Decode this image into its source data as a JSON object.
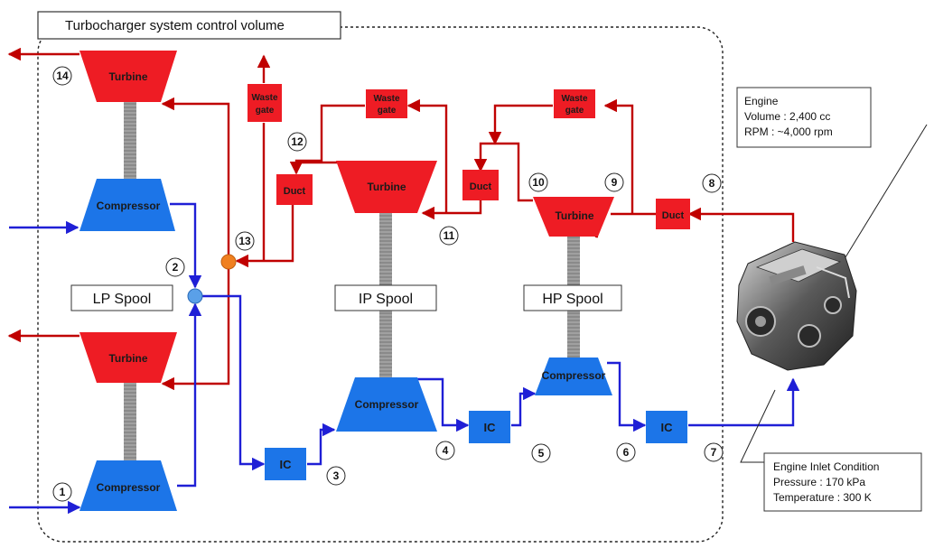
{
  "title": "Turbocharger system control volume",
  "labels": {
    "turbine": "Turbine",
    "compressor": "Compressor",
    "duct": "Duct",
    "waste": "Waste",
    "gate": "gate",
    "ic": "IC"
  },
  "spools": {
    "lp": "LP Spool",
    "ip": "IP Spool",
    "hp": "HP Spool"
  },
  "engine": {
    "name": "Engine",
    "volume": "Volume : 2,400 cc",
    "rpm": "RPM : ~4,000 rpm"
  },
  "inlet": {
    "title": "Engine Inlet Condition",
    "pressure": "Pressure : 170 kPa",
    "temperature": "Temperature : 300 K"
  },
  "stations": [
    "1",
    "2",
    "3",
    "4",
    "5",
    "6",
    "7",
    "8",
    "9",
    "10",
    "11",
    "12",
    "13",
    "14"
  ],
  "colors": {
    "turbine": "#ee1c24",
    "compressor": "#1c75e8",
    "hot_line": "#c00000",
    "cold_line": "#1f1fd6",
    "shaft": "#888888",
    "mixer_hot": "#f08020",
    "mixer_cold": "#5aa0e8"
  }
}
